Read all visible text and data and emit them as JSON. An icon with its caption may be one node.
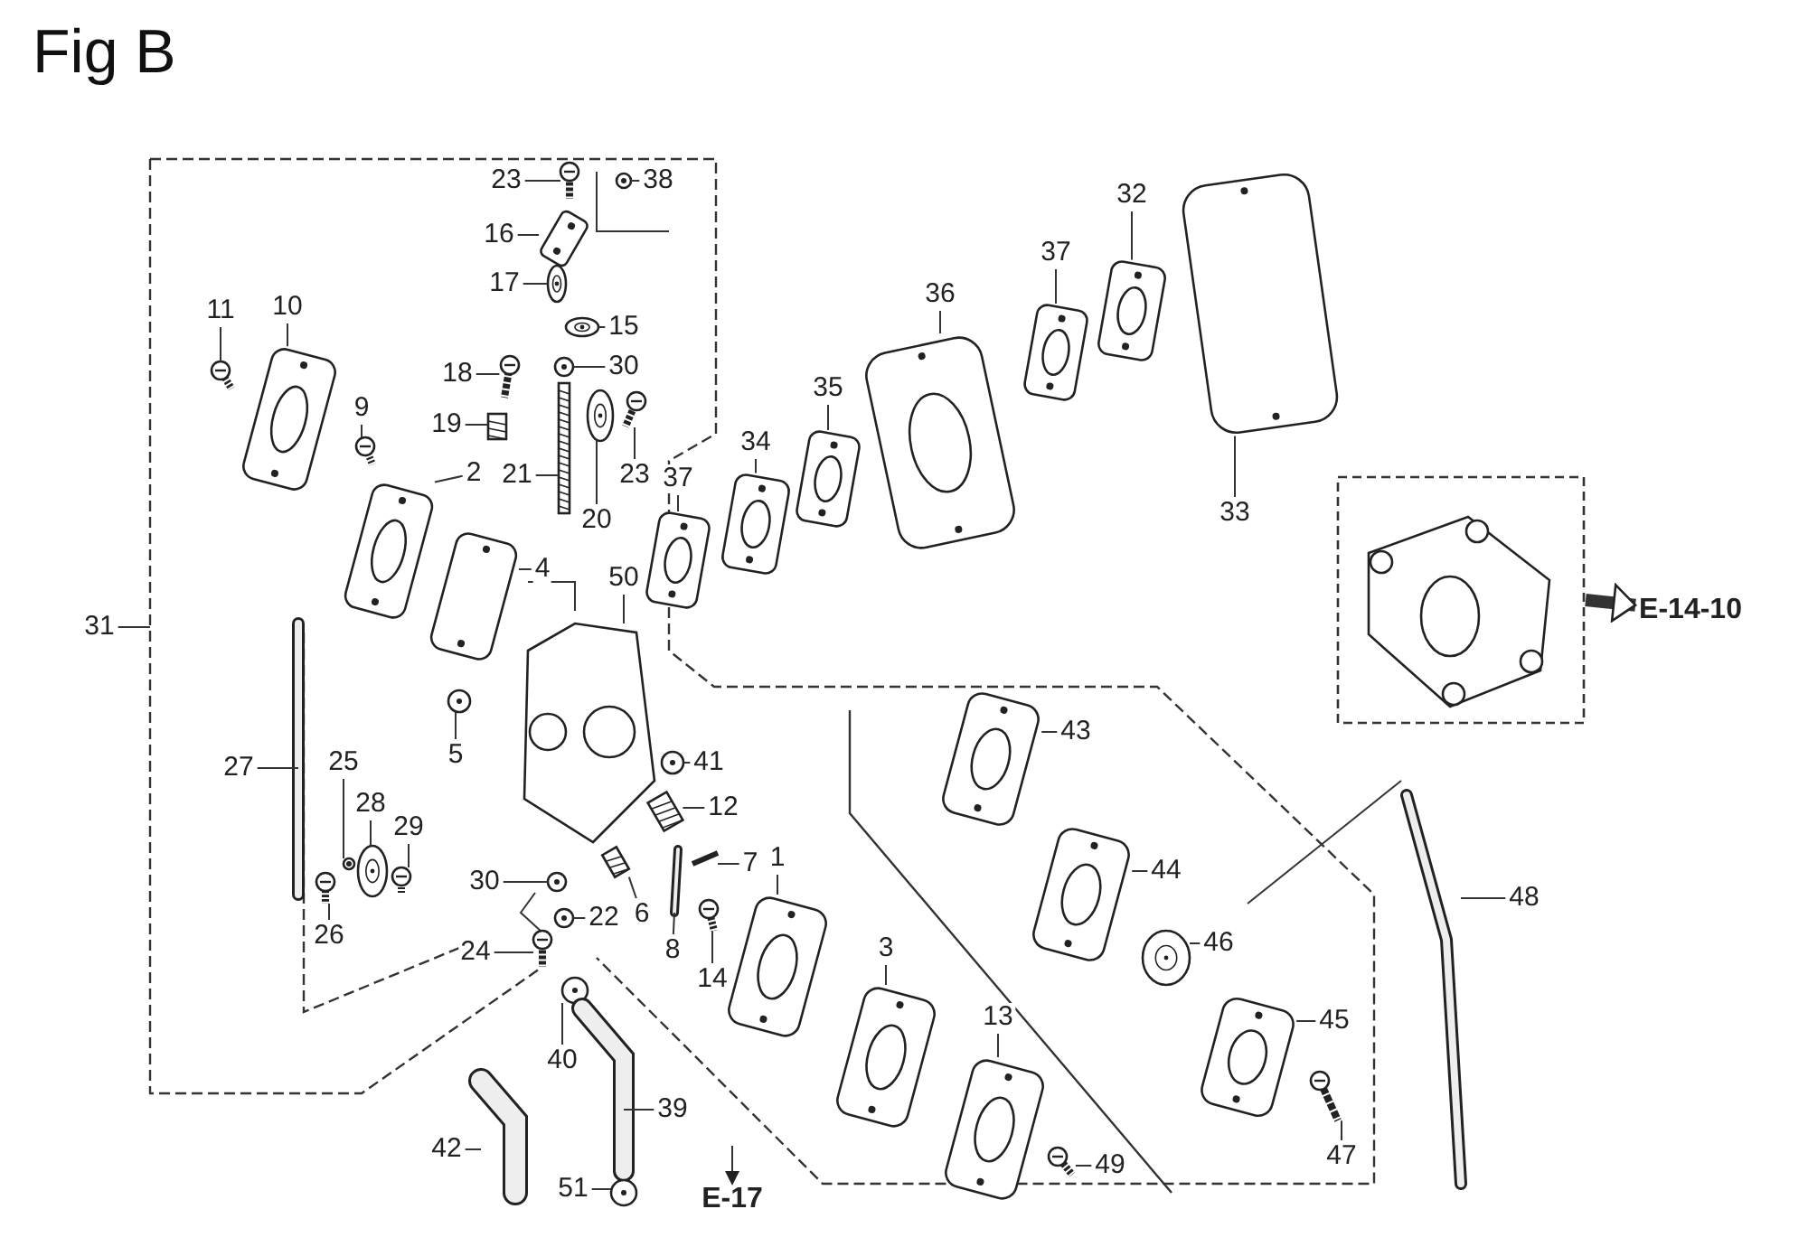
{
  "diagram": {
    "title": "Fig B",
    "nodes": [
      {
        "text": [
          "23"
        ]
      },
      {
        "text": [
          "38"
        ]
      },
      {
        "text": [
          "16"
        ]
      },
      {
        "text": [
          "17"
        ]
      },
      {
        "text": [
          "15"
        ]
      },
      {
        "text": [
          "30"
        ]
      },
      {
        "text": [
          "18"
        ]
      },
      {
        "text": [
          "19"
        ]
      },
      {
        "text": [
          "21"
        ]
      },
      {
        "text": [
          "20"
        ]
      },
      {
        "text": [
          "23"
        ]
      },
      {
        "text": [
          "11"
        ]
      },
      {
        "text": [
          "10"
        ]
      },
      {
        "text": [
          "9"
        ]
      },
      {
        "text": [
          "2"
        ]
      },
      {
        "text": [
          "4"
        ]
      },
      {
        "text": [
          "50"
        ]
      },
      {
        "text": [
          "31"
        ]
      },
      {
        "text": [
          "27"
        ]
      },
      {
        "text": [
          "25"
        ]
      },
      {
        "text": [
          "28"
        ]
      },
      {
        "text": [
          "29"
        ]
      },
      {
        "text": [
          "26"
        ]
      },
      {
        "text": [
          "5"
        ]
      },
      {
        "text": [
          "41"
        ]
      },
      {
        "text": [
          "12"
        ]
      },
      {
        "text": [
          "6"
        ]
      },
      {
        "text": [
          "7"
        ]
      },
      {
        "text": [
          "8"
        ]
      },
      {
        "text": [
          "14"
        ]
      },
      {
        "text": [
          "1"
        ]
      },
      {
        "text": [
          "3"
        ]
      },
      {
        "text": [
          "13"
        ]
      },
      {
        "text": [
          "30"
        ]
      },
      {
        "text": [
          "22"
        ]
      },
      {
        "text": [
          "24"
        ]
      },
      {
        "text": [
          "40"
        ]
      },
      {
        "text": [
          "39"
        ]
      },
      {
        "text": [
          "42"
        ]
      },
      {
        "text": [
          "51"
        ]
      },
      {
        "text": [
          "49"
        ]
      },
      {
        "text": [
          "43"
        ]
      },
      {
        "text": [
          "44"
        ]
      },
      {
        "text": [
          "46"
        ]
      },
      {
        "text": [
          "45"
        ]
      },
      {
        "text": [
          "47"
        ]
      },
      {
        "text": [
          "48"
        ]
      },
      {
        "text": [
          "37"
        ]
      },
      {
        "text": [
          "34"
        ]
      },
      {
        "text": [
          "35"
        ]
      },
      {
        "text": [
          "36"
        ]
      },
      {
        "text": [
          "37"
        ]
      },
      {
        "text": [
          "32"
        ]
      },
      {
        "text": [
          "33"
        ]
      },
      {
        "text": [],
        "shape": "picture"
      },
      {
        "text": [
          "E-14-10"
        ]
      },
      {
        "text": [
          "E-17"
        ]
      },
      {
        "text": [],
        "shape": "picture"
      },
      {
        "text": [],
        "shape": "picture"
      },
      {
        "text": [],
        "shape": "picture"
      },
      {
        "text": [],
        "shape": "picture"
      },
      {
        "text": [],
        "shape": "picture"
      },
      {
        "text": [],
        "shape": "picture"
      },
      {
        "text": [],
        "shape": "picture"
      },
      {
        "text": [],
        "shape": "picture"
      },
      {
        "text": [],
        "shape": "picture"
      },
      {
        "text": [],
        "shape": "picture"
      },
      {
        "text": [],
        "shape": "picture"
      },
      {
        "text": [],
        "shape": "picture"
      },
      {
        "text": [],
        "shape": "picture"
      },
      {
        "text": [],
        "shape": "picture"
      },
      {
        "text": [],
        "shape": "picture"
      },
      {
        "text": [],
        "shape": "picture"
      },
      {
        "text": [],
        "shape": "picture"
      },
      {
        "text": [],
        "shape": "picture"
      },
      {
        "text": [],
        "shape": "picture"
      },
      {
        "text": [],
        "shape": "picture"
      },
      {
        "text": [],
        "shape": "picture"
      },
      {
        "text": [],
        "shape": "picture"
      },
      {
        "text": [],
        "shape": "picture"
      },
      {
        "text": [],
        "shape": "picture"
      },
      {
        "text": [],
        "shape": "picture"
      },
      {
        "text": [],
        "shape": "picture"
      },
      {
        "text": [],
        "shape": "picture"
      },
      {
        "text": [],
        "shape": "picture"
      },
      {
        "text": [],
        "shape": "picture"
      },
      {
        "text": [],
        "shape": "picture"
      },
      {
        "text": [],
        "shape": "picture"
      },
      {
        "text": [],
        "shape": "picture"
      },
      {
        "text": [],
        "shape": "picture"
      },
      {
        "text": [],
        "shape": "picture"
      },
      {
        "text": [],
        "shape": "picture"
      },
      {
        "text": [],
        "shape": "picture"
      },
      {
        "text": [],
        "shape": "picture"
      },
      {
        "text": [],
        "shape": "picture"
      },
      {
        "text": [],
        "shape": "picture"
      },
      {
        "text": [],
        "shape": "picture"
      },
      {
        "text": [],
        "shape": "picture"
      },
      {
        "text": [],
        "shape": "picture"
      },
      {
        "text": [],
        "shape": "picture"
      },
      {
        "text": [],
        "shape": "picture"
      },
      {
        "text": [],
        "shape": "picture"
      },
      {
        "text": [],
        "shape": "picture"
      },
      {
        "text": [],
        "shape": "picture"
      },
      {
        "text": [],
        "shape": "picture"
      },
      {
        "text": [],
        "shape": "picture"
      },
      {
        "text": [],
        "shape": "picture"
      },
      {
        "text": [],
        "shape": "picture"
      },
      {
        "text": [],
        "shape": "picture"
      },
      {
        "text": [],
        "shape": "picture"
      }
    ],
    "edges": [
      {
        "from": 0,
        "to": 57,
        "arrow": "none"
      },
      {
        "from": 1,
        "to": 58,
        "arrow": "none"
      },
      {
        "from": 2,
        "to": 59,
        "arrow": "none"
      },
      {
        "from": 3,
        "to": 60,
        "arrow": "none"
      },
      {
        "from": 4,
        "to": 61,
        "arrow": "none"
      },
      {
        "from": 5,
        "to": 62,
        "arrow": "none"
      },
      {
        "from": 6,
        "to": 63,
        "arrow": "none"
      },
      {
        "from": 7,
        "to": 64,
        "arrow": "none"
      },
      {
        "from": 8,
        "to": 65,
        "arrow": "none"
      },
      {
        "from": 9,
        "to": 66,
        "arrow": "none"
      },
      {
        "from": 10,
        "to": 67,
        "arrow": "none"
      },
      {
        "from": 11,
        "to": 68,
        "arrow": "none"
      },
      {
        "from": 12,
        "to": 69,
        "arrow": "none"
      },
      {
        "from": 13,
        "to": 70,
        "arrow": "none"
      },
      {
        "from": 14,
        "to": 71,
        "arrow": "none"
      },
      {
        "from": 15,
        "to": 72,
        "arrow": "none"
      },
      {
        "from": 16,
        "to": 73,
        "arrow": "none"
      },
      {
        "from": 17,
        "to": null,
        "arrow": "none"
      },
      {
        "from": 18,
        "to": 74,
        "arrow": "none"
      },
      {
        "from": 19,
        "to": 75,
        "arrow": "none"
      },
      {
        "from": 20,
        "to": 76,
        "arrow": "none"
      },
      {
        "from": 21,
        "to": 77,
        "arrow": "none"
      },
      {
        "from": 22,
        "to": 78,
        "arrow": "none"
      },
      {
        "from": 23,
        "to": 79,
        "arrow": "none"
      },
      {
        "from": 24,
        "to": 80,
        "arrow": "none"
      },
      {
        "from": 25,
        "to": 81,
        "arrow": "none"
      },
      {
        "from": 26,
        "to": 82,
        "arrow": "none"
      },
      {
        "from": 27,
        "to": 83,
        "arrow": "none"
      },
      {
        "from": 28,
        "to": 84,
        "arrow": "none"
      },
      {
        "from": 29,
        "to": 85,
        "arrow": "none"
      },
      {
        "from": 30,
        "to": 86,
        "arrow": "none"
      },
      {
        "from": 31,
        "to": 87,
        "arrow": "none"
      },
      {
        "from": 32,
        "to": 88,
        "arrow": "none"
      },
      {
        "from": 33,
        "to": 89,
        "arrow": "none"
      },
      {
        "from": 34,
        "to": 90,
        "arrow": "none"
      },
      {
        "from": 35,
        "to": 91,
        "arrow": "none"
      },
      {
        "from": 36,
        "to": 92,
        "arrow": "none"
      },
      {
        "from": 37,
        "to": 93,
        "arrow": "none"
      },
      {
        "from": 38,
        "to": 94,
        "arrow": "none"
      },
      {
        "from": 39,
        "to": 95,
        "arrow": "none"
      },
      {
        "from": 40,
        "to": 96,
        "arrow": "none"
      },
      {
        "from": 41,
        "to": 97,
        "arrow": "none"
      },
      {
        "from": 42,
        "to": 98,
        "arrow": "none"
      },
      {
        "from": 43,
        "to": 99,
        "arrow": "none"
      },
      {
        "from": 44,
        "to": 100,
        "arrow": "none"
      },
      {
        "from": 45,
        "to": 101,
        "arrow": "none"
      },
      {
        "from": 46,
        "to": 102,
        "arrow": "none"
      },
      {
        "from": 47,
        "to": 103,
        "arrow": "none"
      },
      {
        "from": 48,
        "to": 104,
        "arrow": "none"
      },
      {
        "from": 49,
        "to": 105,
        "arrow": "none"
      },
      {
        "from": 50,
        "to": 106,
        "arrow": "none"
      },
      {
        "from": 51,
        "to": 107,
        "arrow": "none"
      },
      {
        "from": 52,
        "to": 108,
        "arrow": "none"
      },
      {
        "from": 53,
        "to": 109,
        "arrow": "none"
      },
      {
        "from": 54,
        "to": 55,
        "arrow": "to",
        "style": "thick"
      },
      {
        "from": null,
        "to": 56,
        "arrow": "to"
      }
    ]
  }
}
